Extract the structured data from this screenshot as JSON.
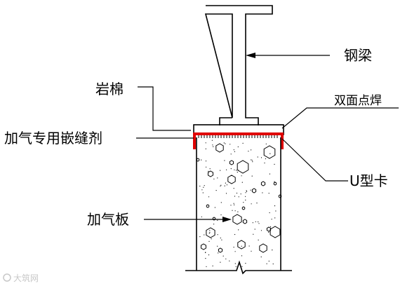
{
  "labels": {
    "steel_beam": "钢梁",
    "rock_wool": "岩棉",
    "double_spot_weld": "双面点焊",
    "sealant": "加气专用嵌缝剂",
    "u_clip": "U型卡",
    "aerated_panel": "加气板"
  },
  "watermark": "大筑网",
  "colors": {
    "line": "#000000",
    "u_clip": "#e00000",
    "watermark": "#c8c8c8"
  }
}
